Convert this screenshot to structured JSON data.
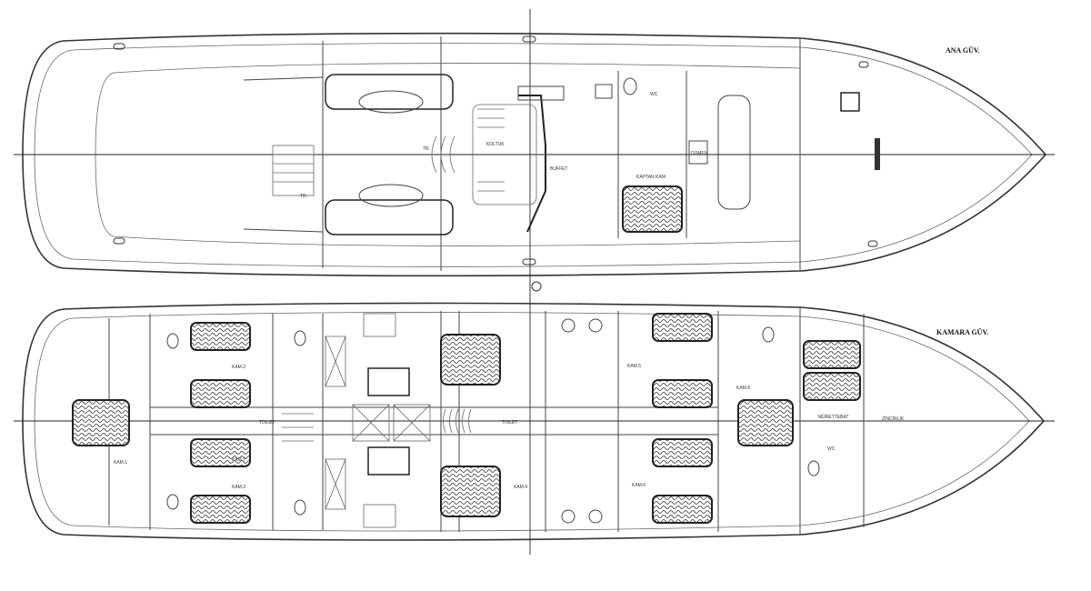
{
  "main_deck": {
    "title": "ANA GÜV.",
    "labels": {
      "galley": "BUFFET",
      "captain_cabin": "KAPTAN KAM.",
      "wc": "WC",
      "stairs_1": "TR.",
      "stairs_2": "TR.",
      "steering": "DÜMEN",
      "dining": "KOLTUK"
    }
  },
  "cabin_deck": {
    "title": "KAMARA GÜV.",
    "labels": {
      "cabin_1": "KAM.1",
      "cabin_2": "KAM.2",
      "cabin_3": "KAM.3",
      "cabin_4": "KAM.4",
      "cabin_5": "KAM.5",
      "cabin_6": "KAM.6",
      "cabin_7": "KAM.7",
      "cabin_8": "KAM.8",
      "corridor_aft": "TOILET",
      "corridor_fwd": "TOILET",
      "crew": "MÜRETTEBAT",
      "forepeak": "ZİNCİRLİK",
      "wc": "WC"
    }
  }
}
